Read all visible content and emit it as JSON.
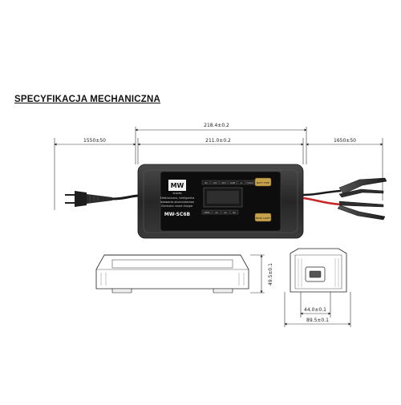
{
  "heading": "SPECYFIKACJA MECHANICZNA",
  "dimensions": {
    "total_length": "218.4±0.2",
    "body_length": "211.0±0.2",
    "cable_left": "1550±50",
    "cable_right": "1650±50",
    "height": "49.5±0.1",
    "width": "89.5±0.1",
    "base_width": "44.0±0.1"
  },
  "device": {
    "model": "MW-SC6B",
    "brand": "MW",
    "brand_sub": "POWER",
    "desc_lines": [
      "Elektroniczna, inteligentna",
      "ładowarka akumulatorowa",
      "Electronic smart charger"
    ],
    "btn_top": "BATT TYPE",
    "btn_bottom": "BACK LIGHT",
    "mode_labels": [
      "6V",
      "12V",
      "STD",
      "AGM",
      "Li",
      "COLD"
    ],
    "current_labels": [
      "AMPS",
      "2A",
      "4A",
      "6A"
    ]
  },
  "colors": {
    "body": "#2a2a2a",
    "panel": "#0d0d0d",
    "button": "#c8a24a",
    "cable_red": "#c62828",
    "clamp": "#3a3a3a"
  }
}
